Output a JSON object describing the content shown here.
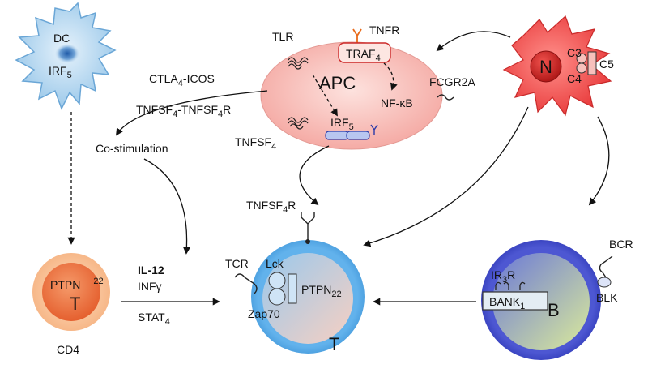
{
  "dc": {
    "name": "DC",
    "gene": "IRF",
    "gene_sub": "5"
  },
  "apc": {
    "name": "APC",
    "tlr": "TLR",
    "tnfr": "TNFR",
    "traf": "TRAF",
    "traf_sub": "4",
    "nfkb": "NF-κB",
    "irf": "IRF",
    "irf_sub": "5",
    "fcgr2a": "FCGR2A",
    "tnfsf4": "TNFSF",
    "tnfsf4_sub": "4"
  },
  "neutrophil": {
    "name": "N",
    "c3": "C3",
    "c4": "C4",
    "c5": "C5"
  },
  "costim": {
    "ctla_a": "CTLA",
    "ctla_sub": "4",
    "ctla_b": "-ICOS",
    "tnf_a": "TNFSF",
    "tnf_sub1": "4",
    "tnf_b": "-TNFSF",
    "tnf_sub2": "4",
    "tnf_c": "R",
    "label": "Co-stimulation"
  },
  "cd4": {
    "name": "CD4",
    "gene": "PTPN",
    "gene_sub": "22",
    "letter": "T"
  },
  "signals": {
    "il12": "IL-12",
    "infg": "INFγ",
    "stat": "STAT",
    "stat_sub": "4"
  },
  "tcell": {
    "receptor_a": "TNFSF",
    "receptor_sub": "4",
    "receptor_b": "R",
    "tcr": "TCR",
    "lck": "Lck",
    "zap70": "Zap70",
    "ptpn": "PTPN",
    "ptpn_sub": "22",
    "letter": "T"
  },
  "bcell": {
    "bcr": "BCR",
    "ir_a": "IR",
    "ir_sub": "3",
    "ir_b": "R",
    "bank": "BANK",
    "bank_sub": "1",
    "blk": "BLK",
    "letter": "B"
  }
}
